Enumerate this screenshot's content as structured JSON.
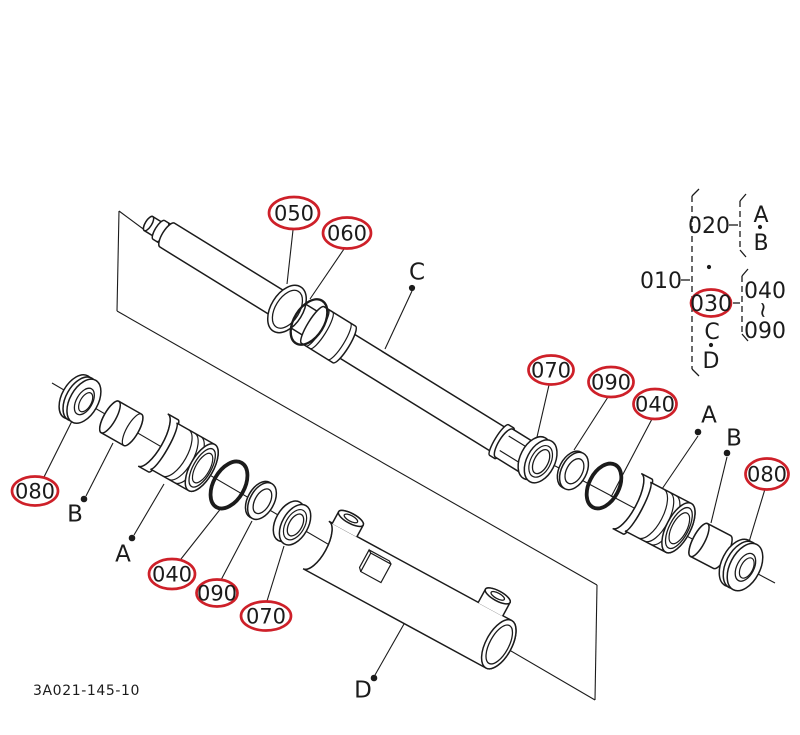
{
  "figure": {
    "code": "3A021-145-10",
    "colors": {
      "line": "#1b1b1b",
      "highlight": "#ce2029",
      "background": "#ffffff"
    },
    "callouts": [
      {
        "label": "050"
      },
      {
        "label": "060"
      },
      {
        "label": "070"
      },
      {
        "label": "090"
      },
      {
        "label": "040"
      },
      {
        "label": "080"
      },
      {
        "label": "030"
      },
      {
        "label": "080"
      },
      {
        "label": "040"
      },
      {
        "label": "090"
      },
      {
        "label": "070"
      }
    ],
    "letters": [
      {
        "label": "C"
      },
      {
        "label": "A"
      },
      {
        "label": "B"
      },
      {
        "label": "B"
      },
      {
        "label": "A"
      },
      {
        "label": "D"
      }
    ],
    "legend": {
      "g010": "010",
      "g020": "020",
      "g030": "030",
      "a": "A",
      "b": "B",
      "c": "C",
      "d": "D",
      "range_from": "040",
      "range_tilde": "∼",
      "range_to": "090"
    }
  }
}
